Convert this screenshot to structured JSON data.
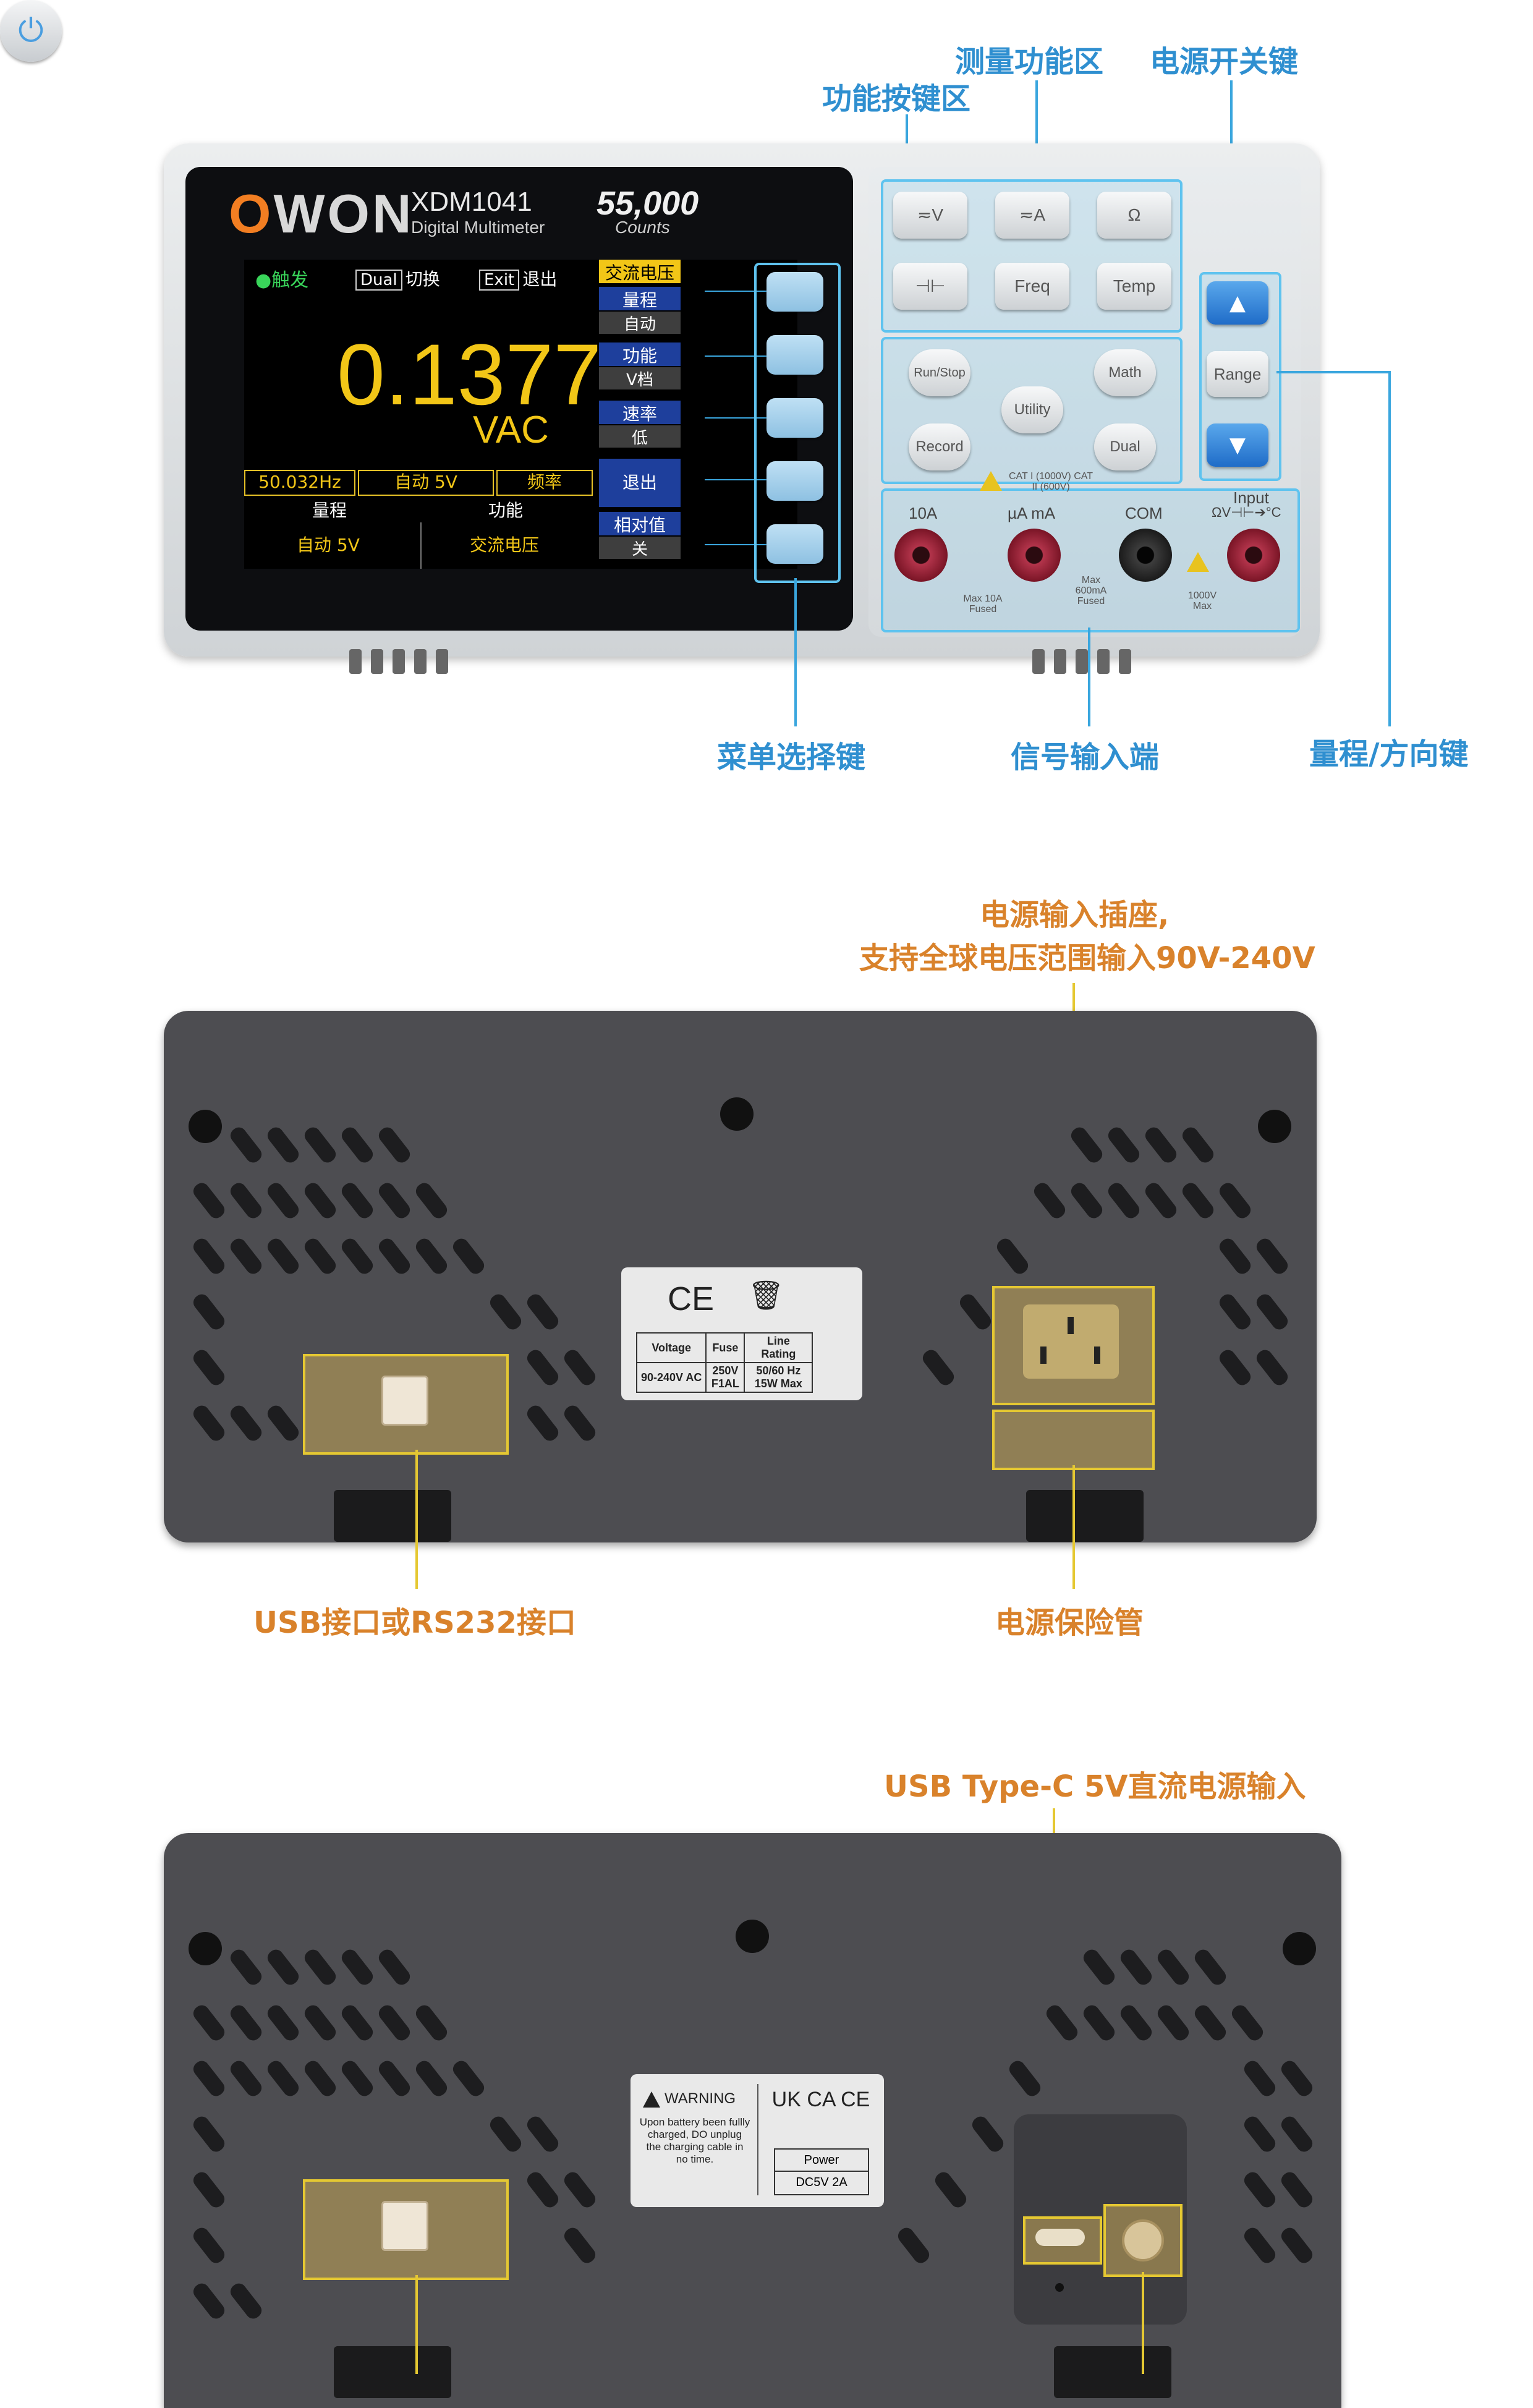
{
  "callouts": {
    "function_keys": "功能按键区",
    "measure_area": "测量功能区",
    "power_key": "电源开关键",
    "menu_keys": "菜单选择键",
    "signal_input": "信号输入端",
    "range_keys": "量程/方向键",
    "power_socket_line1": "电源输入插座,",
    "power_socket_line2": "支持全球电压范围输入90V-240V",
    "usb_rs232": "USB接口或RS232接口",
    "fuse": "电源保险管",
    "usb_typec": "USB Type-C 5V直流电源输入"
  },
  "device": {
    "brand": "OWON",
    "model": "XDM1041",
    "model_sub": "Digital Multimeter",
    "counts": "55,000",
    "counts_sub": "Counts"
  },
  "lcd": {
    "trigger": "●触发",
    "dual_chip": "Dual",
    "dual_text": "切换",
    "exit_chip": "Exit",
    "exit_text": "退出",
    "reading": "0.1377",
    "unit": "VAC",
    "freq_box": "50.032Hz",
    "auto_box": "自动 5V",
    "func_box": "频率",
    "bottom_labels": [
      "量程",
      "功能"
    ],
    "bottom_values": [
      "自动 5V",
      "交流电压"
    ],
    "menu": {
      "head": "交流电压",
      "items": [
        {
          "title": "量程",
          "value": "自动"
        },
        {
          "title": "功能",
          "value": "V档"
        },
        {
          "title": "速率",
          "value": "低"
        },
        {
          "title": "退出",
          "value": ""
        },
        {
          "title": "相对值",
          "value": "关"
        }
      ]
    }
  },
  "keys": {
    "acv": "≂V",
    "aca": "≂A",
    "ohm": "Ω",
    "cap": "⊣⊢",
    "freq": "Freq",
    "temp": "Temp",
    "run_stop": "Run/Stop",
    "math": "Math",
    "utility": "Utility",
    "record": "Record",
    "dual": "Dual",
    "range": "Range",
    "up": "▲",
    "down": "▼",
    "power": "⏻"
  },
  "terminals": {
    "a10": "10A",
    "ua_ma": "µA mA",
    "com": "COM",
    "input": "Input",
    "input_sub": "ΩV⊣⊢➔°C",
    "cat": "CAT I (1000V) CAT II (600V)",
    "max10a": "Max 10A Fused",
    "max600ma": "Max 600mA Fused",
    "max1000v": "1000V Max"
  },
  "rear1": {
    "ce": "CE",
    "table_headers": [
      "Voltage",
      "Fuse",
      "Line Rating"
    ],
    "table_values": [
      "90-240V AC",
      "250V F1AL",
      "50/60 Hz 15W Max"
    ]
  },
  "rear2": {
    "warning_title": "WARNING",
    "warning_text": "Upon battery been fullly charged, DO unplug the charging cable in no time.",
    "marks": "UK CA CE",
    "power_label": "Power",
    "power_value": "DC5V 2A"
  }
}
